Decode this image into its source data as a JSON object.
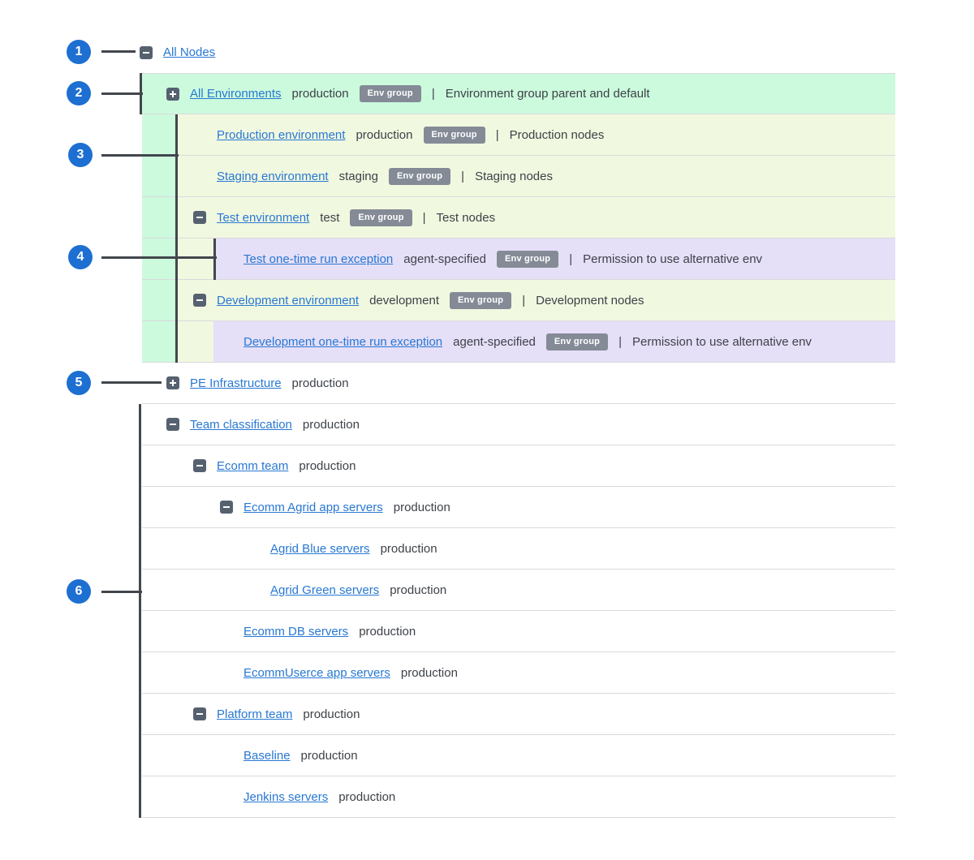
{
  "badge_label": "Env group",
  "pipe": "|",
  "colors": {
    "green_row": "#ccfadd",
    "yellow_row": "#f1f8e0",
    "purple_row": "#e6dff8",
    "link_blue": "#2878d2",
    "text": "#3d4248",
    "annotation_blue": "#1d6fd1",
    "annotation_line": "#42474d",
    "badge_gray": "#848b96",
    "expander_gray": "#566170",
    "row_border": "#d9dade"
  },
  "rows": [
    {
      "id": "all-nodes",
      "label": "All Nodes",
      "level": 0,
      "expander": "minus",
      "env": "",
      "badge": false,
      "desc": "",
      "bg": "white",
      "gutters": 0
    },
    {
      "id": "all-environments",
      "label": "All Environments",
      "level": 1,
      "expander": "plus",
      "env": "production",
      "badge": true,
      "desc": "Environment group parent and default",
      "bg": "green",
      "gutters": 0
    },
    {
      "id": "production-environment",
      "label": "Production environment",
      "level": 2,
      "expander": null,
      "env": "production",
      "badge": true,
      "desc": "Production nodes",
      "bg": "yellow",
      "gutters": 1
    },
    {
      "id": "staging-environment",
      "label": "Staging environment",
      "level": 2,
      "expander": null,
      "env": "staging",
      "badge": true,
      "desc": "Staging nodes",
      "bg": "yellow",
      "gutters": 1
    },
    {
      "id": "test-environment",
      "label": "Test environment",
      "level": 2,
      "expander": "minus",
      "env": "test",
      "badge": true,
      "desc": "Test nodes",
      "bg": "yellow",
      "gutters": 1
    },
    {
      "id": "test-one-time-run-exception",
      "label": "Test one-time run exception",
      "level": 3,
      "expander": null,
      "env": "agent-specified",
      "badge": true,
      "desc": "Permission to use alternative env",
      "bg": "purple",
      "gutters": 2
    },
    {
      "id": "development-environment",
      "label": "Development environment",
      "level": 2,
      "expander": "minus",
      "env": "development",
      "badge": true,
      "desc": "Development nodes",
      "bg": "yellow",
      "gutters": 1
    },
    {
      "id": "development-one-time-run-exception",
      "label": "Development one-time run exception",
      "level": 3,
      "expander": null,
      "env": "agent-specified",
      "badge": true,
      "desc": "Permission to use alternative env",
      "bg": "purple",
      "gutters": 2
    },
    {
      "id": "pe-infrastructure",
      "label": "PE Infrastructure",
      "level": 1,
      "expander": "plus",
      "env": "production",
      "badge": false,
      "desc": "",
      "bg": "white",
      "gutters": 0
    },
    {
      "id": "team-classification",
      "label": "Team classification",
      "level": 1,
      "expander": "minus",
      "env": "production",
      "badge": false,
      "desc": "",
      "bg": "white",
      "gutters": 0
    },
    {
      "id": "ecomm-team",
      "label": "Ecomm team",
      "level": 2,
      "expander": "minus",
      "env": "production",
      "badge": false,
      "desc": "",
      "bg": "white",
      "gutters": 0
    },
    {
      "id": "ecomm-agrid-app-servers",
      "label": "Ecomm Agrid app servers",
      "level": 3,
      "expander": "minus",
      "env": "production",
      "badge": false,
      "desc": "",
      "bg": "white",
      "gutters": 0
    },
    {
      "id": "agrid-blue-servers",
      "label": "Agrid Blue servers",
      "level": 4,
      "expander": null,
      "env": "production",
      "badge": false,
      "desc": "",
      "bg": "white",
      "gutters": 0
    },
    {
      "id": "agrid-green-servers",
      "label": "Agrid Green servers",
      "level": 4,
      "expander": null,
      "env": "production",
      "badge": false,
      "desc": "",
      "bg": "white",
      "gutters": 0
    },
    {
      "id": "ecomm-db-servers",
      "label": "Ecomm DB servers",
      "level": 3,
      "expander": null,
      "env": "production",
      "badge": false,
      "desc": "",
      "bg": "white",
      "gutters": 0
    },
    {
      "id": "ecommuserce-app-servers",
      "label": "EcommUserce app servers",
      "level": 3,
      "expander": null,
      "env": "production",
      "badge": false,
      "desc": "",
      "bg": "white",
      "gutters": 0
    },
    {
      "id": "platform-team",
      "label": "Platform team",
      "level": 2,
      "expander": "minus",
      "env": "production",
      "badge": false,
      "desc": "",
      "bg": "white",
      "gutters": 0
    },
    {
      "id": "baseline",
      "label": "Baseline",
      "level": 3,
      "expander": null,
      "env": "production",
      "badge": false,
      "desc": "",
      "bg": "white",
      "gutters": 0
    },
    {
      "id": "jenkins-servers",
      "label": "Jenkins servers",
      "level": 3,
      "expander": null,
      "env": "production",
      "badge": false,
      "desc": "",
      "bg": "white",
      "gutters": 0
    }
  ],
  "annotations": [
    {
      "number": "1"
    },
    {
      "number": "2"
    },
    {
      "number": "3"
    },
    {
      "number": "4"
    },
    {
      "number": "5"
    },
    {
      "number": "6"
    }
  ]
}
